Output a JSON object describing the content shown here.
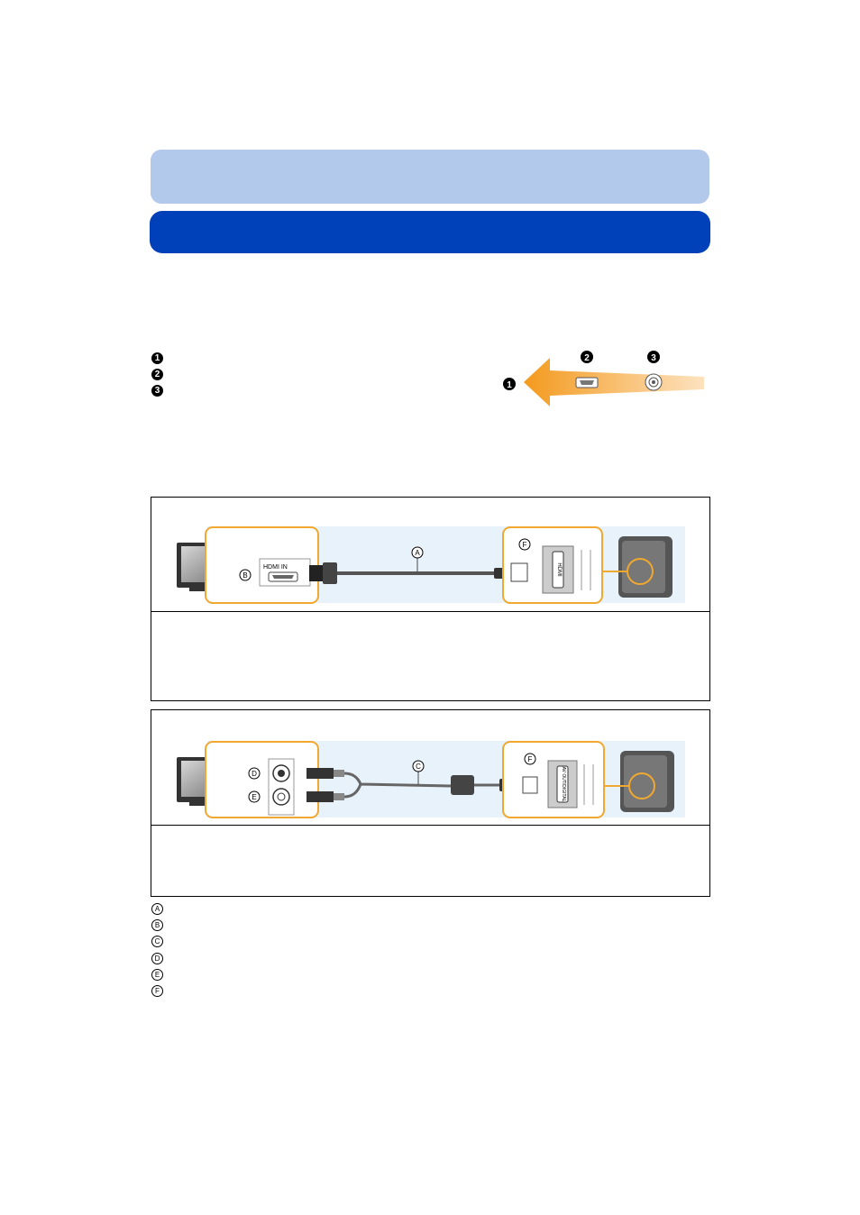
{
  "priority": {
    "markers": [
      "❶",
      "❷",
      "❸"
    ]
  },
  "hdmi_panel": {
    "port_label": "HDMI IN",
    "camera_port_label": "HDMI",
    "callouts": [
      "A",
      "B",
      "F"
    ]
  },
  "av_panel": {
    "camera_port_label": "AV OUT/DIGITAL",
    "callouts": [
      "C",
      "D",
      "E",
      "F"
    ]
  },
  "legend": {
    "letters": [
      "A",
      "B",
      "C",
      "D",
      "E",
      "F"
    ]
  },
  "colors": {
    "header_light": "#b3c9ec",
    "header_dark": "#0040b8",
    "arrow_orange": "#f39a1e",
    "diagram_bg": "#e8f2fb",
    "callout_frame": "#f0a830"
  }
}
